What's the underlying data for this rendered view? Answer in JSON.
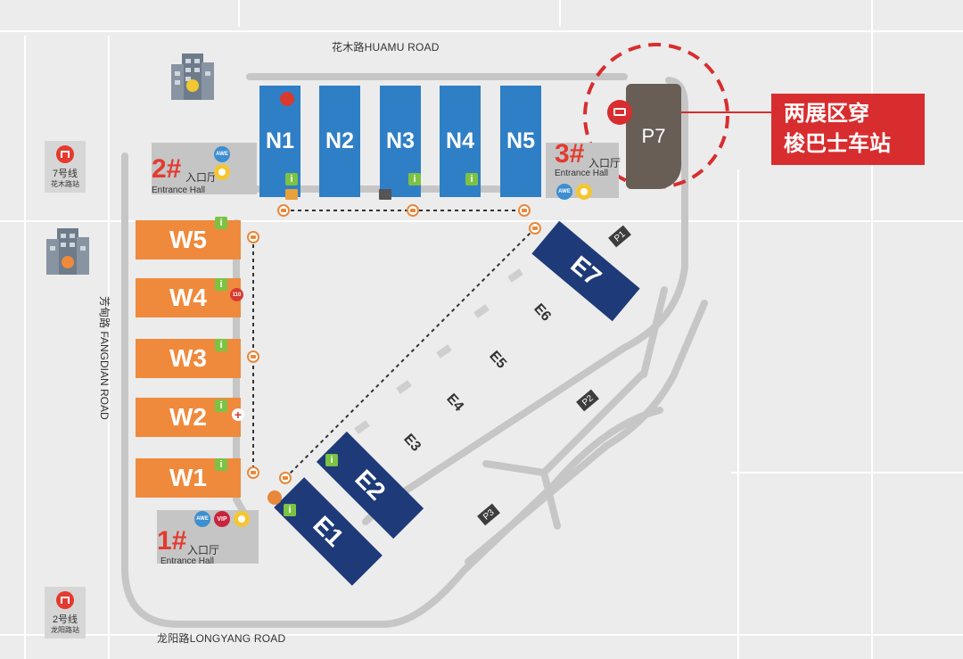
{
  "roads": {
    "north": "花木路HUAMU ROAD",
    "west": "芳甸路 FANGDIAN ROAD",
    "south": "龙阳路LONGYANG ROAD"
  },
  "metro": [
    {
      "line": "7号线",
      "station": "花木路站"
    },
    {
      "line": "2号线",
      "station": "龙阳路站"
    }
  ],
  "halls": {
    "north": [
      "N1",
      "N2",
      "N3",
      "N4",
      "N5"
    ],
    "west": [
      "W5",
      "W4",
      "W3",
      "W2",
      "W1"
    ],
    "east_blocks": [
      "E7",
      "E2",
      "E1"
    ],
    "east_labels": [
      "E6",
      "E5",
      "E4",
      "E3"
    ]
  },
  "entrances": [
    {
      "num": "1#",
      "cn": "入口厅",
      "en": "Entrance Hall"
    },
    {
      "num": "2#",
      "cn": "入口厅",
      "en": "Entrance Hall"
    },
    {
      "num": "3#",
      "cn": "入口厅",
      "en": "Entrance Hall"
    }
  ],
  "parking": {
    "p7": "P7",
    "lots": [
      "P1",
      "P2",
      "P3"
    ]
  },
  "shuttle": {
    "line1": "两展区穿",
    "line2": "梭巴士车站"
  },
  "icon_labels": {
    "awe": "AWE",
    "vip": "VIP",
    "police": "110",
    "info": "i",
    "medic": "+"
  },
  "colors": {
    "north_halls": "#2f7fc6",
    "west_halls": "#ef8a3c",
    "east_halls": "#1e3a78",
    "accent_red": "#d82d2f"
  }
}
